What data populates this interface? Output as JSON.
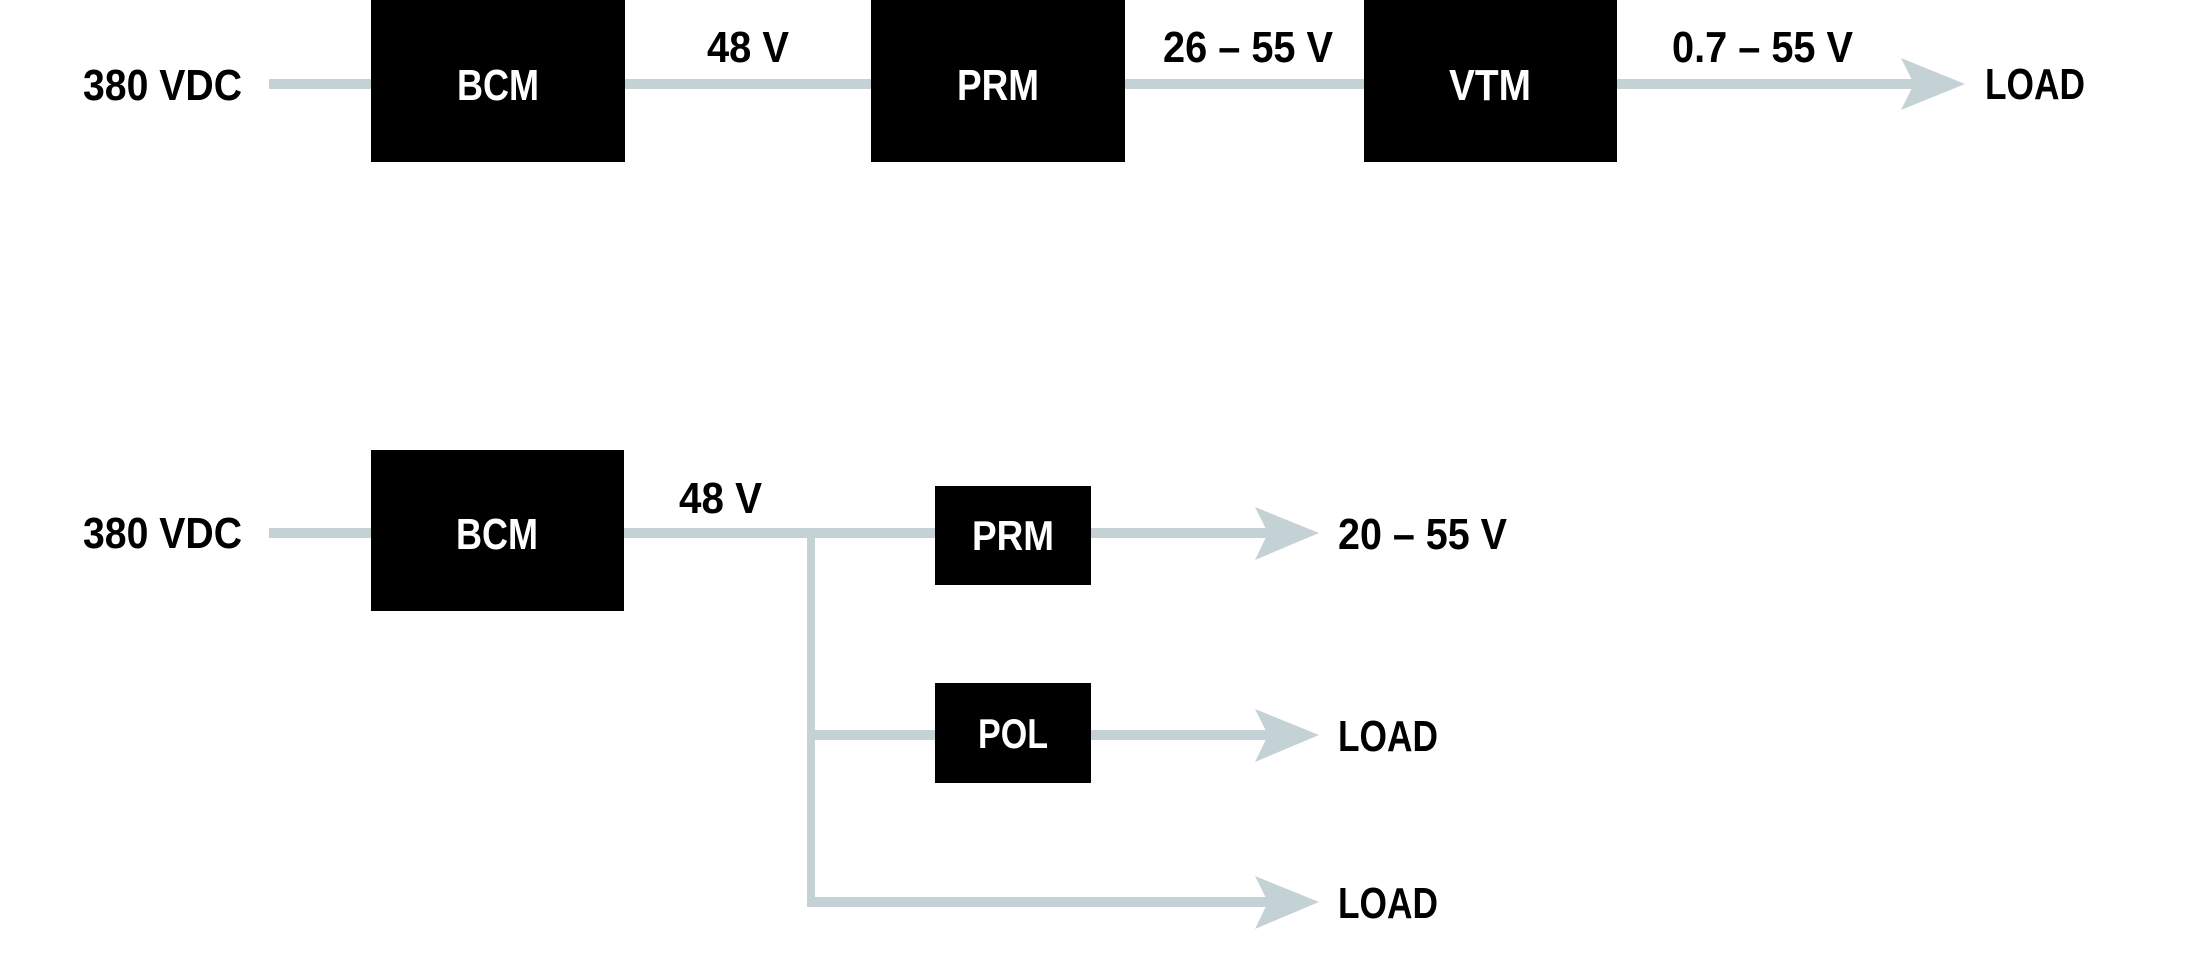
{
  "colors": {
    "wire": "#c5d2d5",
    "block": "#000000",
    "block_text": "#ffffff",
    "text": "#000000"
  },
  "diagram_top": {
    "input_label": "380 VDC",
    "blocks": [
      {
        "label": "BCM"
      },
      {
        "label": "PRM"
      },
      {
        "label": "VTM"
      }
    ],
    "bus_labels": [
      "48 V",
      "26 – 55 V",
      "0.7 – 55 V"
    ],
    "output_label": "LOAD"
  },
  "diagram_bottom": {
    "input_label": "380 VDC",
    "source_block": {
      "label": "BCM"
    },
    "bus_label": "48 V",
    "branches": [
      {
        "block": "PRM",
        "output_label": "20 – 55 V"
      },
      {
        "block": "POL",
        "output_label": "LOAD"
      },
      {
        "block": null,
        "output_label": "LOAD"
      }
    ]
  }
}
